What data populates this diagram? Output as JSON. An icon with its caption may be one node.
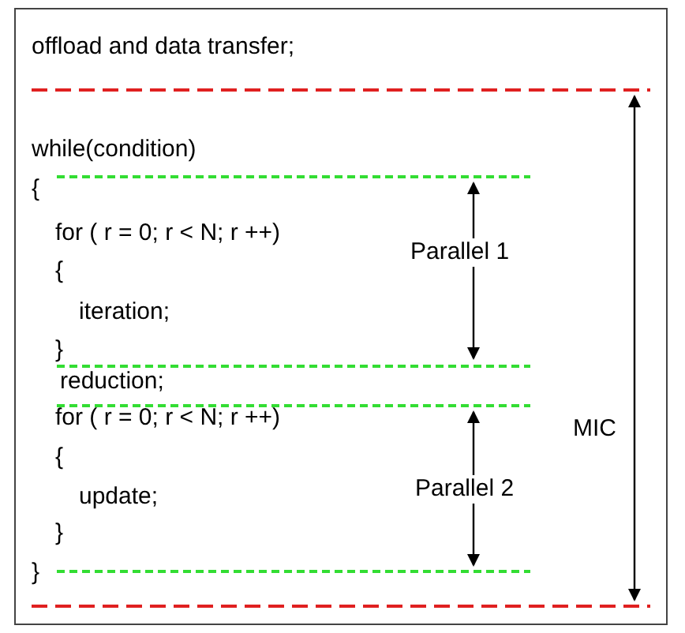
{
  "diagram": {
    "labels": [
      "offload and data transfer;",
      "while(condition)",
      "{",
      "for ( r = 0; r < N; r ++)",
      "{",
      "iteration;",
      "}",
      "reduction;",
      "for ( r = 0; r < N; r ++)",
      "{",
      "update;",
      "}",
      "}",
      "Parallel 1",
      "Parallel 2",
      "MIC"
    ]
  }
}
